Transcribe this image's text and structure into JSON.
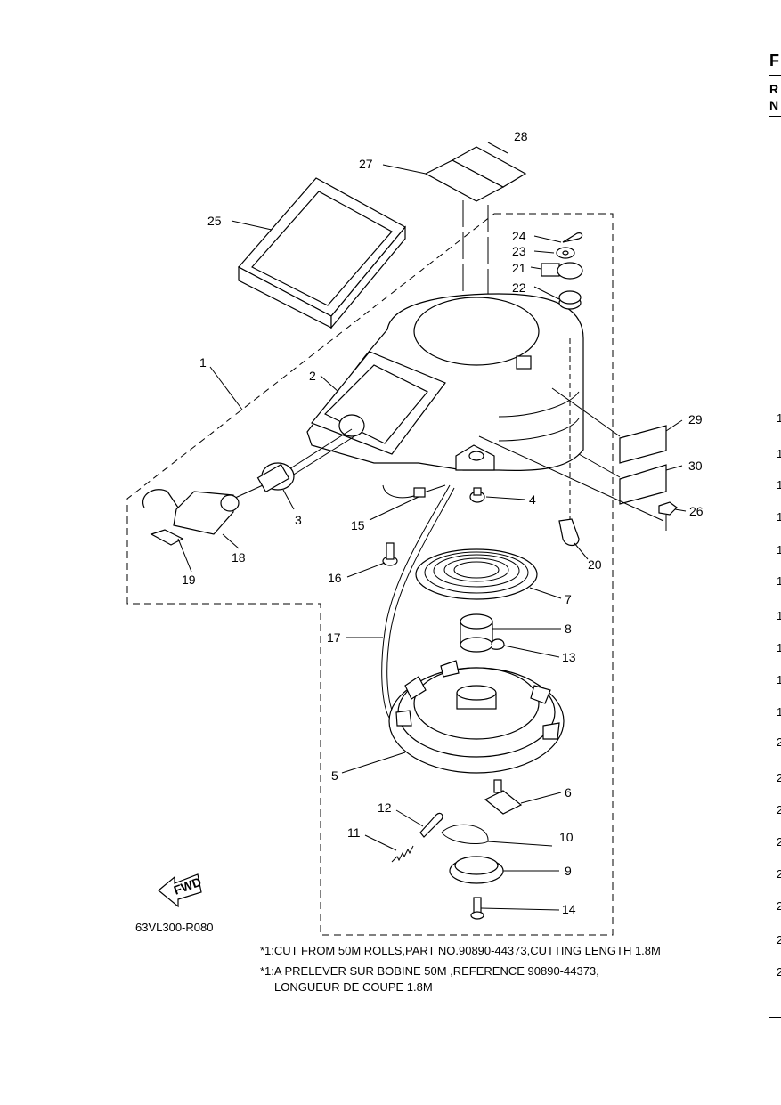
{
  "labels": {
    "p1": "1",
    "p2": "2",
    "p3": "3",
    "p4": "4",
    "p5": "5",
    "p6": "6",
    "p7": "7",
    "p8": "8",
    "p9": "9",
    "p10": "10",
    "p11": "11",
    "p12": "12",
    "p13": "13",
    "p14": "14",
    "p15": "15",
    "p16": "16",
    "p17": "17",
    "p18": "18",
    "p19": "19",
    "p20": "20",
    "p21": "21",
    "p22": "22",
    "p23": "23",
    "p24": "24",
    "p25": "25",
    "p26": "26",
    "p27": "27",
    "p28": "28",
    "p29": "29",
    "p30": "30"
  },
  "fwd": "FWD",
  "drawing_code": "63VL300-R080",
  "notes": {
    "en": "*1:CUT FROM 50M ROLLS,PART NO.90890-44373,CUTTING LENGTH 1.8M",
    "fr_line1": "*1:A PRELEVER SUR BOBINE 50M ,REFERENCE 90890-44373,",
    "fr_line2": "LONGUEUR DE COUPE 1.8M"
  },
  "edge_text": {
    "f": "F",
    "r": "R",
    "n": "N",
    "rows": [
      "1",
      "1",
      "1",
      "1",
      "1",
      "1",
      "1",
      "1",
      "1",
      "1",
      "2",
      "2",
      "2",
      "2",
      "2",
      "2",
      "2",
      "2"
    ]
  }
}
